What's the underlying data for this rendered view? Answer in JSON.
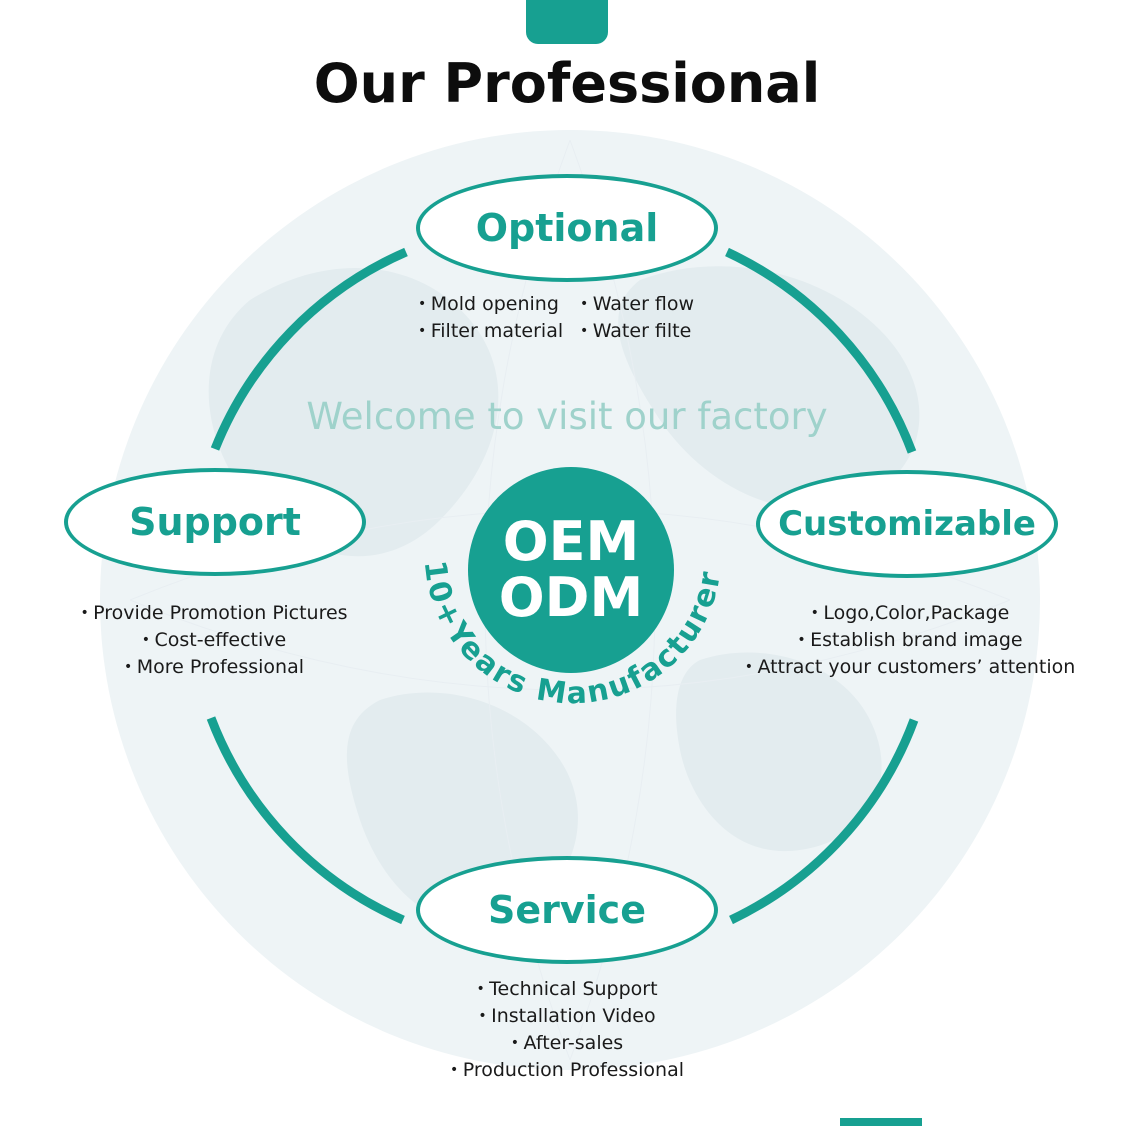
{
  "title": "Our Professional",
  "welcome": "Welcome to visit our factory",
  "colors": {
    "accent": "#17a091",
    "welcome": "#9fd2cb",
    "text": "#1a1a1a"
  },
  "center": {
    "line1": "OEM",
    "line2": "ODM",
    "arc_text": "10+Years Manufacturer"
  },
  "nodes": {
    "optional": {
      "label": "Optional",
      "items": [
        "Mold opening",
        "Water flow",
        "Filter material",
        "Water filte"
      ]
    },
    "support": {
      "label": "Support",
      "items": [
        "Provide Promotion Pictures",
        "Cost-effective",
        "More Professional"
      ]
    },
    "customizable": {
      "label": "Customizable",
      "items": [
        "Logo,Color,Package",
        "Establish brand image",
        "Attract your customers’ attention"
      ]
    },
    "service": {
      "label": "Service",
      "items": [
        "Technical Support",
        "Installation Video",
        "After-sales",
        "Production Professional"
      ]
    }
  }
}
